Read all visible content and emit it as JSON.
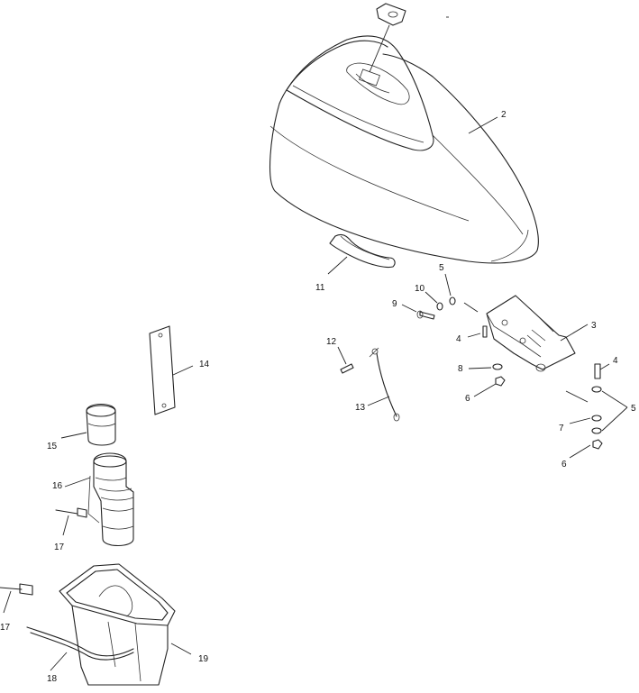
{
  "diagram": {
    "callouts": [
      {
        "id": "c2",
        "label": "2"
      },
      {
        "id": "c3",
        "label": "3"
      },
      {
        "id": "c4a",
        "label": "4"
      },
      {
        "id": "c4b",
        "label": "4"
      },
      {
        "id": "c5a",
        "label": "5"
      },
      {
        "id": "c5b",
        "label": "5"
      },
      {
        "id": "c6a",
        "label": "6"
      },
      {
        "id": "c6b",
        "label": "6"
      },
      {
        "id": "c7",
        "label": "7"
      },
      {
        "id": "c8",
        "label": "8"
      },
      {
        "id": "c9",
        "label": "9"
      },
      {
        "id": "c10",
        "label": "10"
      },
      {
        "id": "c11",
        "label": "11"
      },
      {
        "id": "c12",
        "label": "12"
      },
      {
        "id": "c13",
        "label": "13"
      },
      {
        "id": "c14",
        "label": "14"
      },
      {
        "id": "c15",
        "label": "15"
      },
      {
        "id": "c16",
        "label": "16"
      },
      {
        "id": "c17a",
        "label": "17"
      },
      {
        "id": "c17b",
        "label": "17"
      },
      {
        "id": "c18",
        "label": "18"
      },
      {
        "id": "c19",
        "label": "19"
      }
    ]
  }
}
